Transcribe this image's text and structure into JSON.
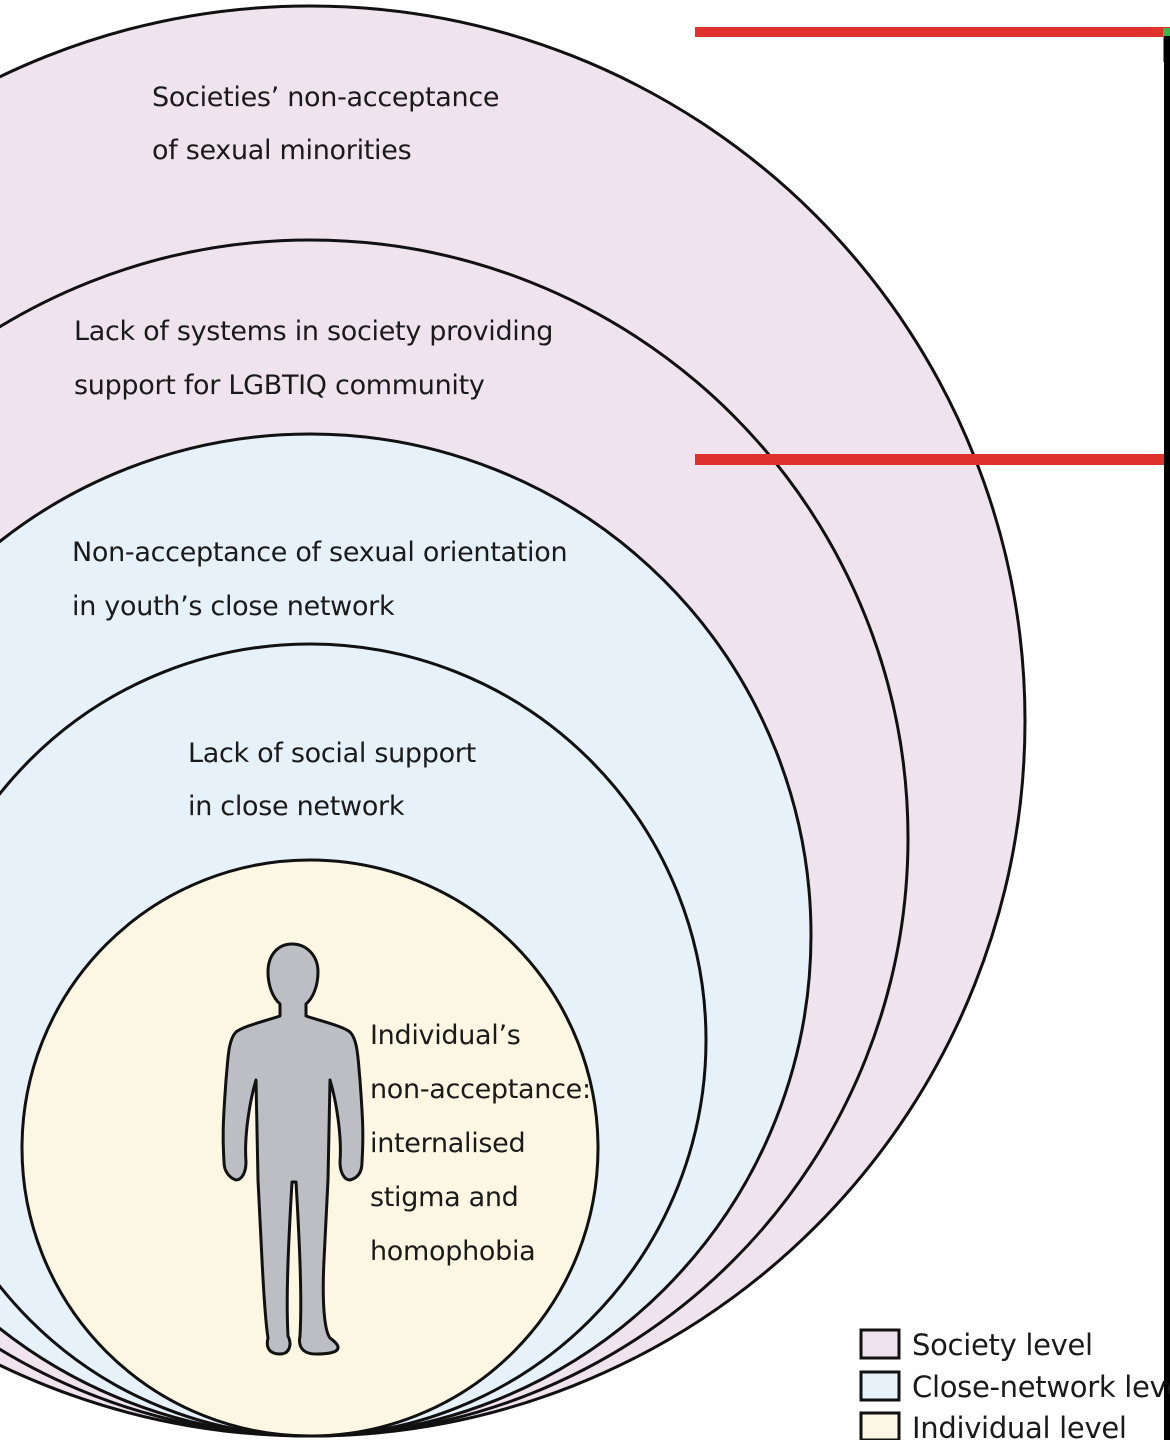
{
  "colors": {
    "society": "#efe3ee",
    "close_network": "#e6f1f9",
    "individual": "#fcf7e3",
    "outline": "#111111",
    "figure": "#bcbec3",
    "red_marker": "#e0322c",
    "green_marker": "#3cb54a",
    "right_border": "#000000"
  },
  "levels": [
    {
      "level": "society",
      "lines": [
        "Societies’ non-acceptance",
        "of sexual minorities"
      ]
    },
    {
      "level": "society",
      "lines": [
        "Lack of systems in society providing",
        "support for LGBTIQ community"
      ]
    },
    {
      "level": "close_network",
      "lines": [
        "Non-acceptance of sexual orientation",
        "in youth’s close network"
      ]
    },
    {
      "level": "close_network",
      "lines": [
        "Lack of social support",
        "in close network"
      ]
    },
    {
      "level": "individual",
      "lines": [
        "Individual’s",
        "non-acceptance:",
        "internalised",
        "stigma and",
        "homophobia"
      ]
    }
  ],
  "figure_icon": "person-silhouette-icon",
  "legend": [
    {
      "label": "Society level",
      "color_key": "society"
    },
    {
      "label": "Close-network level",
      "color_key": "close_network"
    },
    {
      "label": "Individual level",
      "color_key": "individual"
    }
  ]
}
